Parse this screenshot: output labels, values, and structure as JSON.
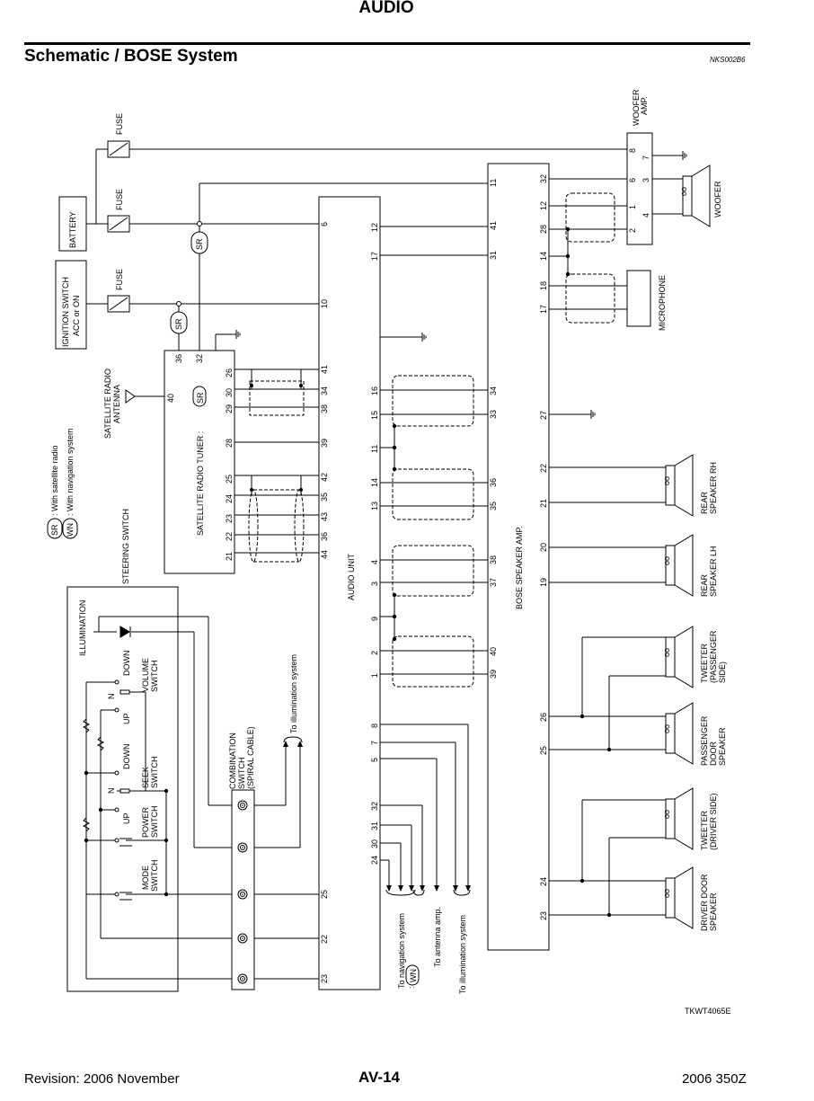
{
  "header": {
    "section": "AUDIO",
    "title": "Schematic / BOSE System",
    "doc_code": "NKS002B6"
  },
  "footer": {
    "revision": "Revision: 2006 November",
    "page": "AV-14",
    "model": "2006 350Z"
  },
  "figure_code": "TKWT4065E",
  "legend": {
    "sr": "SR",
    "sr_text": ": With satellite radio",
    "wn": "WN",
    "wn_text": ": With navigation system"
  },
  "components": {
    "fuse": "FUSE",
    "battery": "BATTERY",
    "ignition_1": "IGNITION SWITCH",
    "ignition_2": "ACC or ON",
    "satellite_antenna_1": "SATELLITE RADIO",
    "satellite_antenna_2": "ANTENNA",
    "satellite_tuner": "SATELLITE RADIO TUNER :",
    "audio_unit": "AUDIO UNIT",
    "bose_amp": "BOSE SPEAKER AMP.",
    "woofer_amp_1": "WOOFER",
    "woofer_amp_2": "AMP.",
    "woofer": "WOOFER",
    "microphone": "MICROPHONE",
    "steering_switch": "STEERING SWITCH",
    "illumination": "ILLUMINATION",
    "combination_switch_1": "COMBINATION",
    "combination_switch_2": "SWITCH",
    "combination_switch_3": "(SPIRAL CABLE)",
    "rear_rh_1": "REAR",
    "rear_rh_2": "SPEAKER RH",
    "rear_lh_1": "REAR",
    "rear_lh_2": "SPEAKER LH",
    "tweeter_pass_1": "TWEETER",
    "tweeter_pass_2": "(PASSENGER",
    "tweeter_pass_3": "SIDE)",
    "pass_door_1": "PASSENGER",
    "pass_door_2": "DOOR",
    "pass_door_3": "SPEAKER",
    "tweeter_drv_1": "TWEETER",
    "tweeter_drv_2": "(DRIVER SIDE)",
    "drv_door_1": "DRIVER DOOR",
    "drv_door_2": "SPEAKER",
    "volume_1": "VOLUME",
    "volume_2": "SWITCH",
    "seek_1": "SEEK",
    "seek_2": "SWITCH",
    "power_1": "POWER",
    "power_2": "SWITCH",
    "mode_1": "MODE",
    "mode_2": "SWITCH",
    "down": "DOWN",
    "up": "UP",
    "n": "N",
    "to_illumination": "To illumination system",
    "to_navigation": "To navigation system",
    "to_navigation_2": ":",
    "to_antenna": "To antenna amp."
  }
}
